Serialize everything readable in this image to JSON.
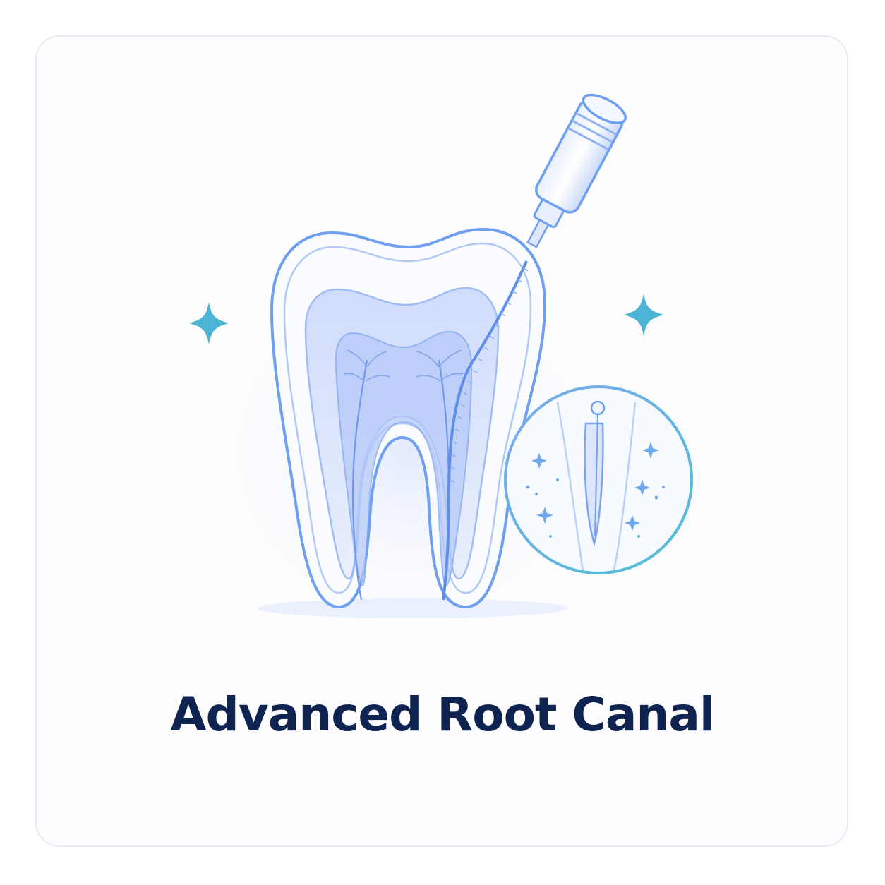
{
  "card": {
    "title": "Advanced Root Canal"
  },
  "illustration": {
    "subject": "tooth-cross-section",
    "tool": "endodontic-file",
    "inset": "magnified-canal",
    "colors": {
      "outline": "#6f9ff0",
      "pulp": "#bcd0fb",
      "accent": "#4ec0d4",
      "title": "#0f2350"
    }
  }
}
